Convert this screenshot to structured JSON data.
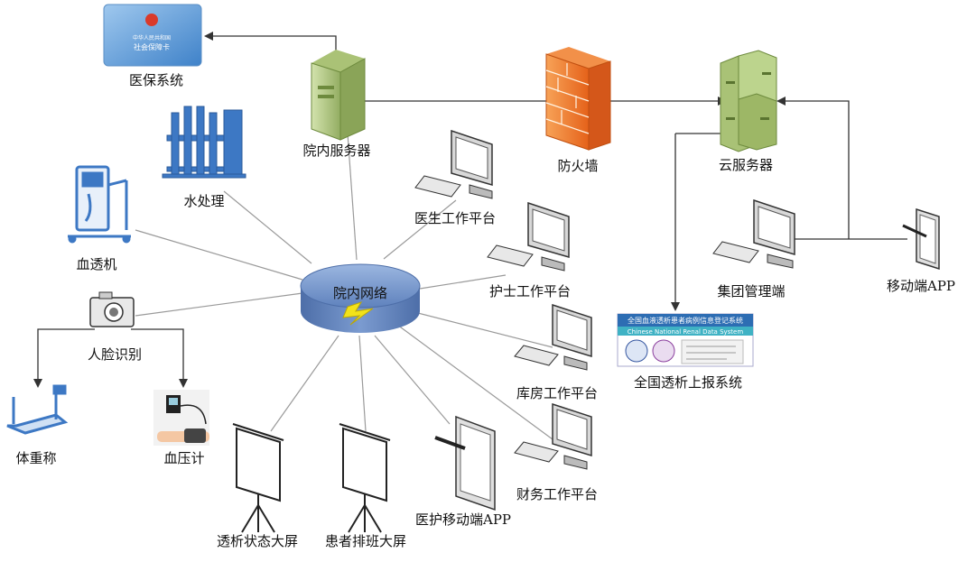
{
  "hub": {
    "label": "院内网络"
  },
  "labels": {
    "medical_insurance": "医保系统",
    "server": "院内服务器",
    "firewall": "防火墙",
    "cloud": "云服务器",
    "water": "水处理",
    "dialysis_machine": "血透机",
    "doctor": "医生工作平台",
    "nurse": "护士工作平台",
    "warehouse": "库房工作平台",
    "finance": "财务工作平台",
    "face": "人脸识别",
    "weight": "体重称",
    "bp": "血压计",
    "status_screen": "透析状态大屏",
    "schedule_screen": "患者排班大屏",
    "nurse_app": "医护移动端APP",
    "group": "集团管理端",
    "mobile_app": "移动端APP",
    "cndrs": "全国透析上报系统"
  },
  "card": {
    "country": "中华人民共和国",
    "title": "社会保障卡"
  },
  "cndrs_panel": {
    "title_cn": "全国血液透析患者病例信息登记系统",
    "title_en": "Chinese National Renal Data System"
  },
  "colors": {
    "network": "#6f8fc4",
    "server": "#b9cf8e",
    "firewall": "#f07a2a",
    "line": "#9a9a9a",
    "arrow": "#333333",
    "device_blue": "#3d78c4"
  }
}
